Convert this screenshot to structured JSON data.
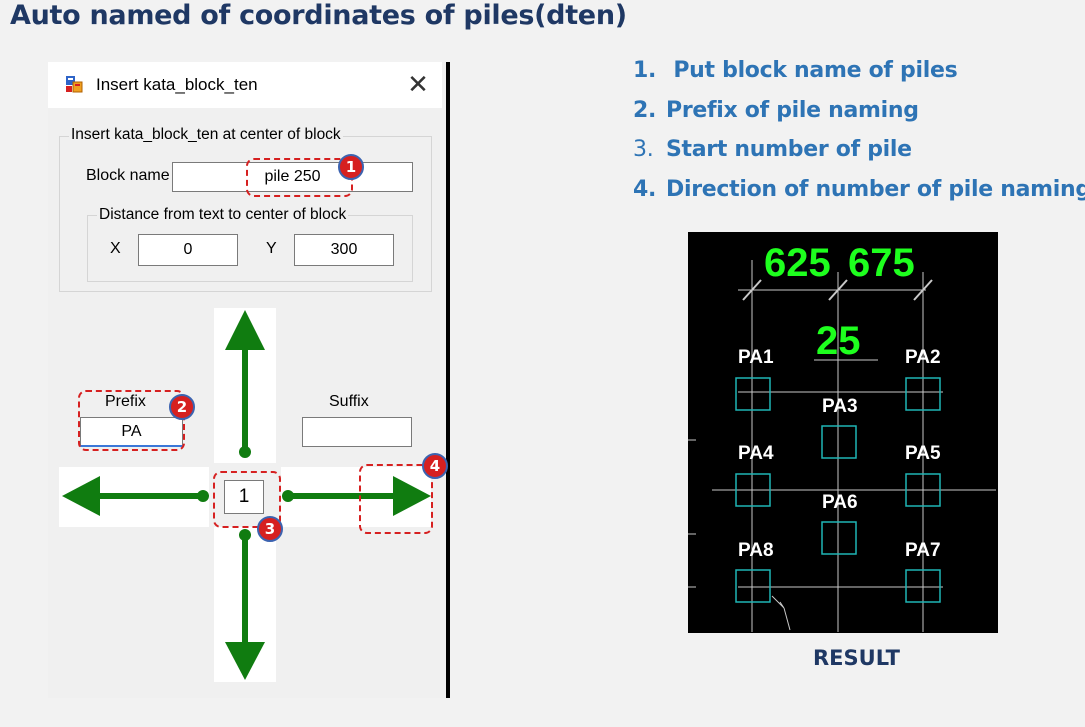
{
  "slide": {
    "title": "Auto named of coordinates of piles(dten)"
  },
  "dialog": {
    "title": "Insert kata_block_ten",
    "group_caption": "Insert kata_block_ten at center of block",
    "block_name_label": "Block name",
    "block_name_value": "pile 250",
    "distance_caption": "Distance from text to center of block",
    "x_label": "X",
    "x_value": "0",
    "y_label": "Y",
    "y_value": "300",
    "prefix_label": "Prefix",
    "prefix_value": "PA",
    "suffix_label": "Suffix",
    "suffix_value": "",
    "start_number": "1"
  },
  "badges": [
    "1",
    "2",
    "3",
    "4"
  ],
  "steps": [
    {
      "num": "1.",
      "text": " Put block name of piles"
    },
    {
      "num": "2.",
      "text": "Prefix of pile naming"
    },
    {
      "num": "3.",
      "text": "Start number of pile"
    },
    {
      "num": "4.",
      "text": "Direction of number of pile naming"
    }
  ],
  "result": {
    "label": "RESULT",
    "dimensions": [
      "625",
      "675",
      "25"
    ],
    "piles": [
      "PA1",
      "PA2",
      "PA3",
      "PA4",
      "PA5",
      "PA6",
      "PA8",
      "PA7"
    ]
  },
  "colors": {
    "title": "#1f3864",
    "step_text": "#2e74b5",
    "arrow": "#107c10",
    "dashed_highlight": "#d62020",
    "badge_border": "#3c63b0",
    "cad_dimension": "#1eff1e",
    "cad_pile": "#1fb5b5"
  },
  "icons": {
    "app": "app-window-icon",
    "close": "close-icon"
  }
}
